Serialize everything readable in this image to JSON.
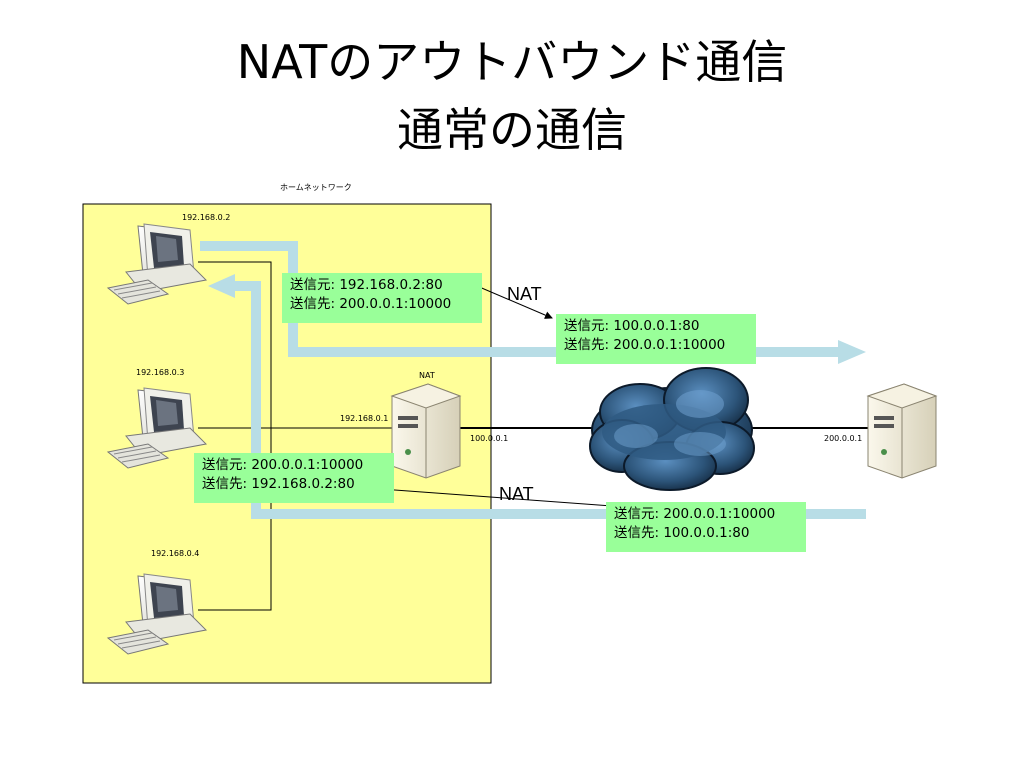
{
  "title": {
    "line1": "NATのアウトバウンド通信",
    "line2": "通常の通信"
  },
  "home_network": {
    "label": "ホームネットワーク"
  },
  "hosts": [
    {
      "ip": "192.168.0.2"
    },
    {
      "ip": "192.168.0.3"
    },
    {
      "ip": "192.168.0.4"
    }
  ],
  "nat_router": {
    "label": "NAT",
    "inner_ip": "192.168.0.1",
    "outer_ip": "100.0.0.1"
  },
  "remote_server": {
    "ip": "200.0.0.1"
  },
  "packets": {
    "outbound_before": {
      "src": "送信元: 192.168.0.2:80",
      "dst": "送信先: 200.0.0.1:10000"
    },
    "outbound_after": {
      "src": "送信元: 100.0.0.1:80",
      "dst": "送信先: 200.0.0.1:10000"
    },
    "inbound_after": {
      "src": "送信元: 200.0.0.1:10000",
      "dst": "送信先: 192.168.0.2:80"
    },
    "inbound_before": {
      "src": "送信元: 200.0.0.1:10000",
      "dst": "送信先: 100.0.0.1:80"
    }
  },
  "nat_arrows": {
    "outbound_label": "NAT",
    "inbound_label": "NAT"
  },
  "colors": {
    "home_area": "#ffff99",
    "packet_box": "#99ff99",
    "flow_arrow": "#b8dde6",
    "cloud": "#2a4f73"
  }
}
